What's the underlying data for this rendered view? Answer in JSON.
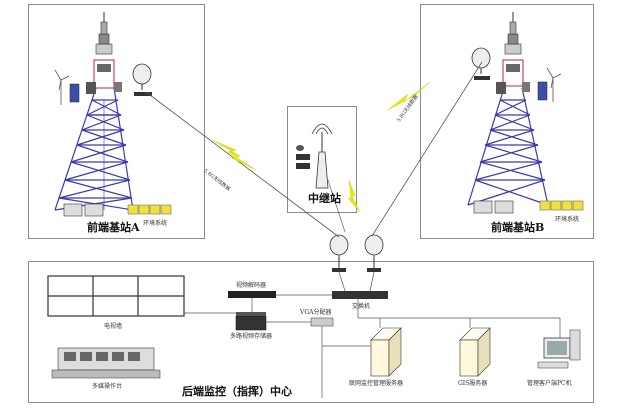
{
  "labels": {
    "site_a": "前端基站A",
    "site_b": "前端基站B",
    "relay": "中继站",
    "center": "后端监控（指挥）中心",
    "env_system_a": "环境系统",
    "env_system_b": "环境系统",
    "wireless_link_a": "5.8G无线数据",
    "wireless_link_b": "5.8G无线数据",
    "video_wall": "电视墙",
    "console": "多媒操作台",
    "decoder": "视频解码器",
    "dvr": "多路视频存储器",
    "vga": "VGA分配器",
    "switch": "交换机",
    "mgmt_server": "联网监控管理服务器",
    "gis_server": "GIS服务器",
    "client_pc": "管理客户端PC机"
  },
  "colors": {
    "tower": "#3a3ab0",
    "lightning": "#e8e800",
    "border": "#8a8a8a",
    "line": "#555555"
  }
}
